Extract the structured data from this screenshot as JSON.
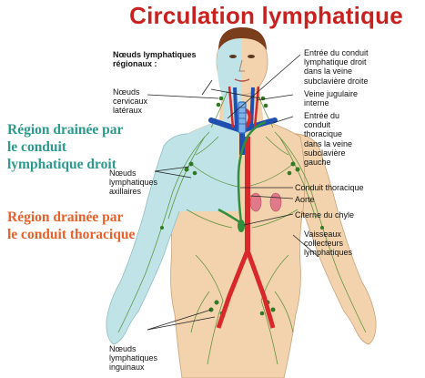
{
  "title": "Circulation lymphatique",
  "regions": {
    "right_duct": {
      "text": "Région drainée par\nle conduit\nlymphatique droit",
      "color": "#2b9a8d"
    },
    "thoracic": {
      "text": "Région drainée par\nle conduit thoracique",
      "color": "#e8602a"
    }
  },
  "labels": {
    "regional_nodes": "Nœuds lymphatiques\nrégionaux :",
    "cervical": "Nœuds\ncervicaux\nlatéraux",
    "axillary": "Nœuds\nlymphatiques\naxillaires",
    "inguinal": "Nœuds\nlymphatiques\ninguinaux",
    "right_duct_entry": "Entrée du conduit\nlymphatique droit\ndans la veine\nsubclavière droite",
    "jugular": "Veine jugulaire\ninterne",
    "thoracic_entry": "Entrée du\nconduit\nthoracique\ndans la veine\nsubclavière\ngauche",
    "thoracic_duct": "Conduit thoracique",
    "aorta": "Aorte",
    "cisterna": "Citerne du chyle",
    "collectors": "Vaisseaux\ncollecteurs\nlymphatiques"
  },
  "colors": {
    "skin": "#f2d3ae",
    "skin_dark": "#e8bf93",
    "right_region": "#bfe3e6",
    "lymph_vessel": "#4a8a2a",
    "artery": "#d8282a",
    "vein": "#1f4fb0",
    "thoracic_duct": "#2f8f3a",
    "hair": "#7a3e1c",
    "leader": "#222222"
  }
}
